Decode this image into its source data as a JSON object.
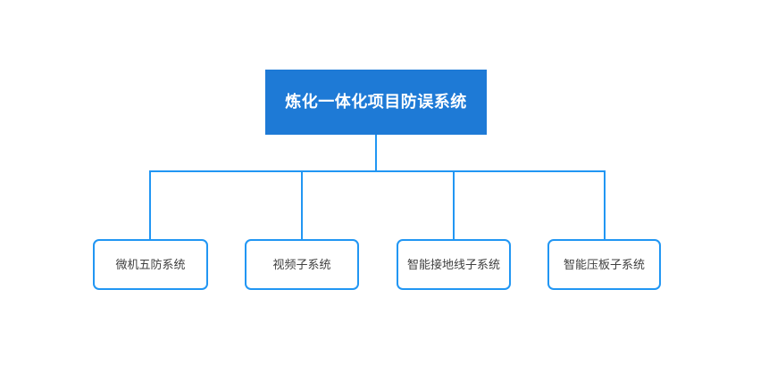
{
  "diagram": {
    "type": "organization-tree",
    "background_color": "#ffffff",
    "line_color": "#2196F3",
    "root": {
      "label": "炼化一体化项目防误系统",
      "fill_color": "#1E7AD6",
      "text_color": "#ffffff"
    },
    "children": [
      {
        "label": "微机五防系统",
        "fill_color": "#ffffff",
        "border_color": "#2196F3",
        "text_color": "#404040"
      },
      {
        "label": "视频子系统",
        "fill_color": "#ffffff",
        "border_color": "#2196F3",
        "text_color": "#404040"
      },
      {
        "label": "智能接地线子系统",
        "fill_color": "#ffffff",
        "border_color": "#2196F3",
        "text_color": "#404040"
      },
      {
        "label": "智能压板子系统",
        "fill_color": "#ffffff",
        "border_color": "#2196F3",
        "text_color": "#404040"
      }
    ]
  }
}
